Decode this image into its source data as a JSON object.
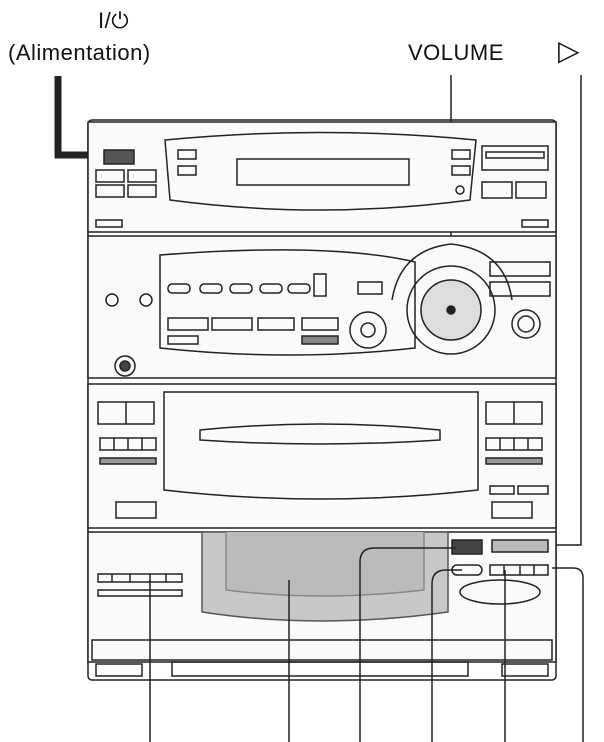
{
  "labels": {
    "power_symbol": "I/⏻",
    "power_text": "(Alimentation)",
    "volume": "VOLUME",
    "play_symbol": "▷"
  },
  "device": {
    "type": "stereo-system-front-panel",
    "sections": [
      "tuner-deck",
      "amplifier-deck",
      "cassette-deck",
      "cd-deck"
    ]
  },
  "callouts": {
    "top_count": 3,
    "bottom_count": 6
  }
}
